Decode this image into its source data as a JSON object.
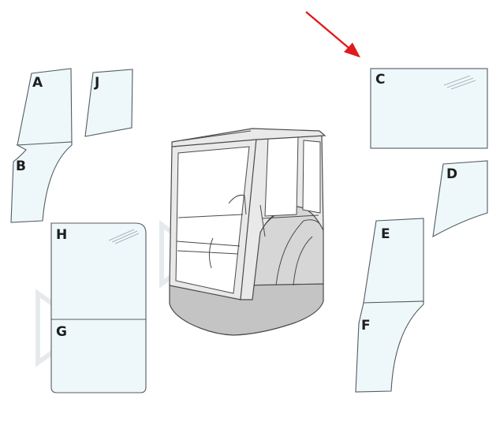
{
  "diagram": {
    "panes": [
      {
        "id": "A",
        "label": "A"
      },
      {
        "id": "B",
        "label": "B"
      },
      {
        "id": "C",
        "label": "C"
      },
      {
        "id": "D",
        "label": "D"
      },
      {
        "id": "E",
        "label": "E"
      },
      {
        "id": "F",
        "label": "F"
      },
      {
        "id": "G",
        "label": "G"
      },
      {
        "id": "H",
        "label": "H"
      },
      {
        "id": "J",
        "label": "J"
      }
    ],
    "colors": {
      "glass_fill": "#eef8fb",
      "outline": "#555b60",
      "cab_body": "#d6d6d6",
      "arrow": "#e01b1b"
    },
    "highlighted_pane": "C"
  }
}
